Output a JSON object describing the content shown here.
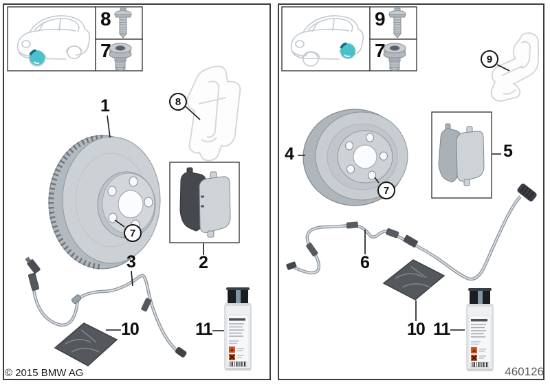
{
  "panels": [
    {
      "id": "front-axle",
      "inset_labels": {
        "bolt": "8",
        "plug": "7"
      },
      "callouts": {
        "disc": "1",
        "pad_set": "2",
        "wear_sensor": "3",
        "carrier_circled": "8",
        "hub_screw_circled": "7",
        "foil_pack": "10",
        "cleaner_spray": "11"
      }
    },
    {
      "id": "rear-axle",
      "inset_labels": {
        "bolt": "9",
        "plug": "7"
      },
      "callouts": {
        "disc": "4",
        "pad_set": "5",
        "wear_sensor": "6",
        "carrier_circled": "9",
        "hub_screw_circled": "7",
        "foil_pack": "10",
        "cleaner_spray": "11"
      }
    }
  ],
  "footer": {
    "copyright": "© 2015 BMW AG",
    "drawing_number": "460126"
  },
  "colors": {
    "wheel_highlight": "#4cc1ce",
    "wheel_highlight_dark": "#0d6b7c",
    "warning_orange": "#d2511f"
  }
}
